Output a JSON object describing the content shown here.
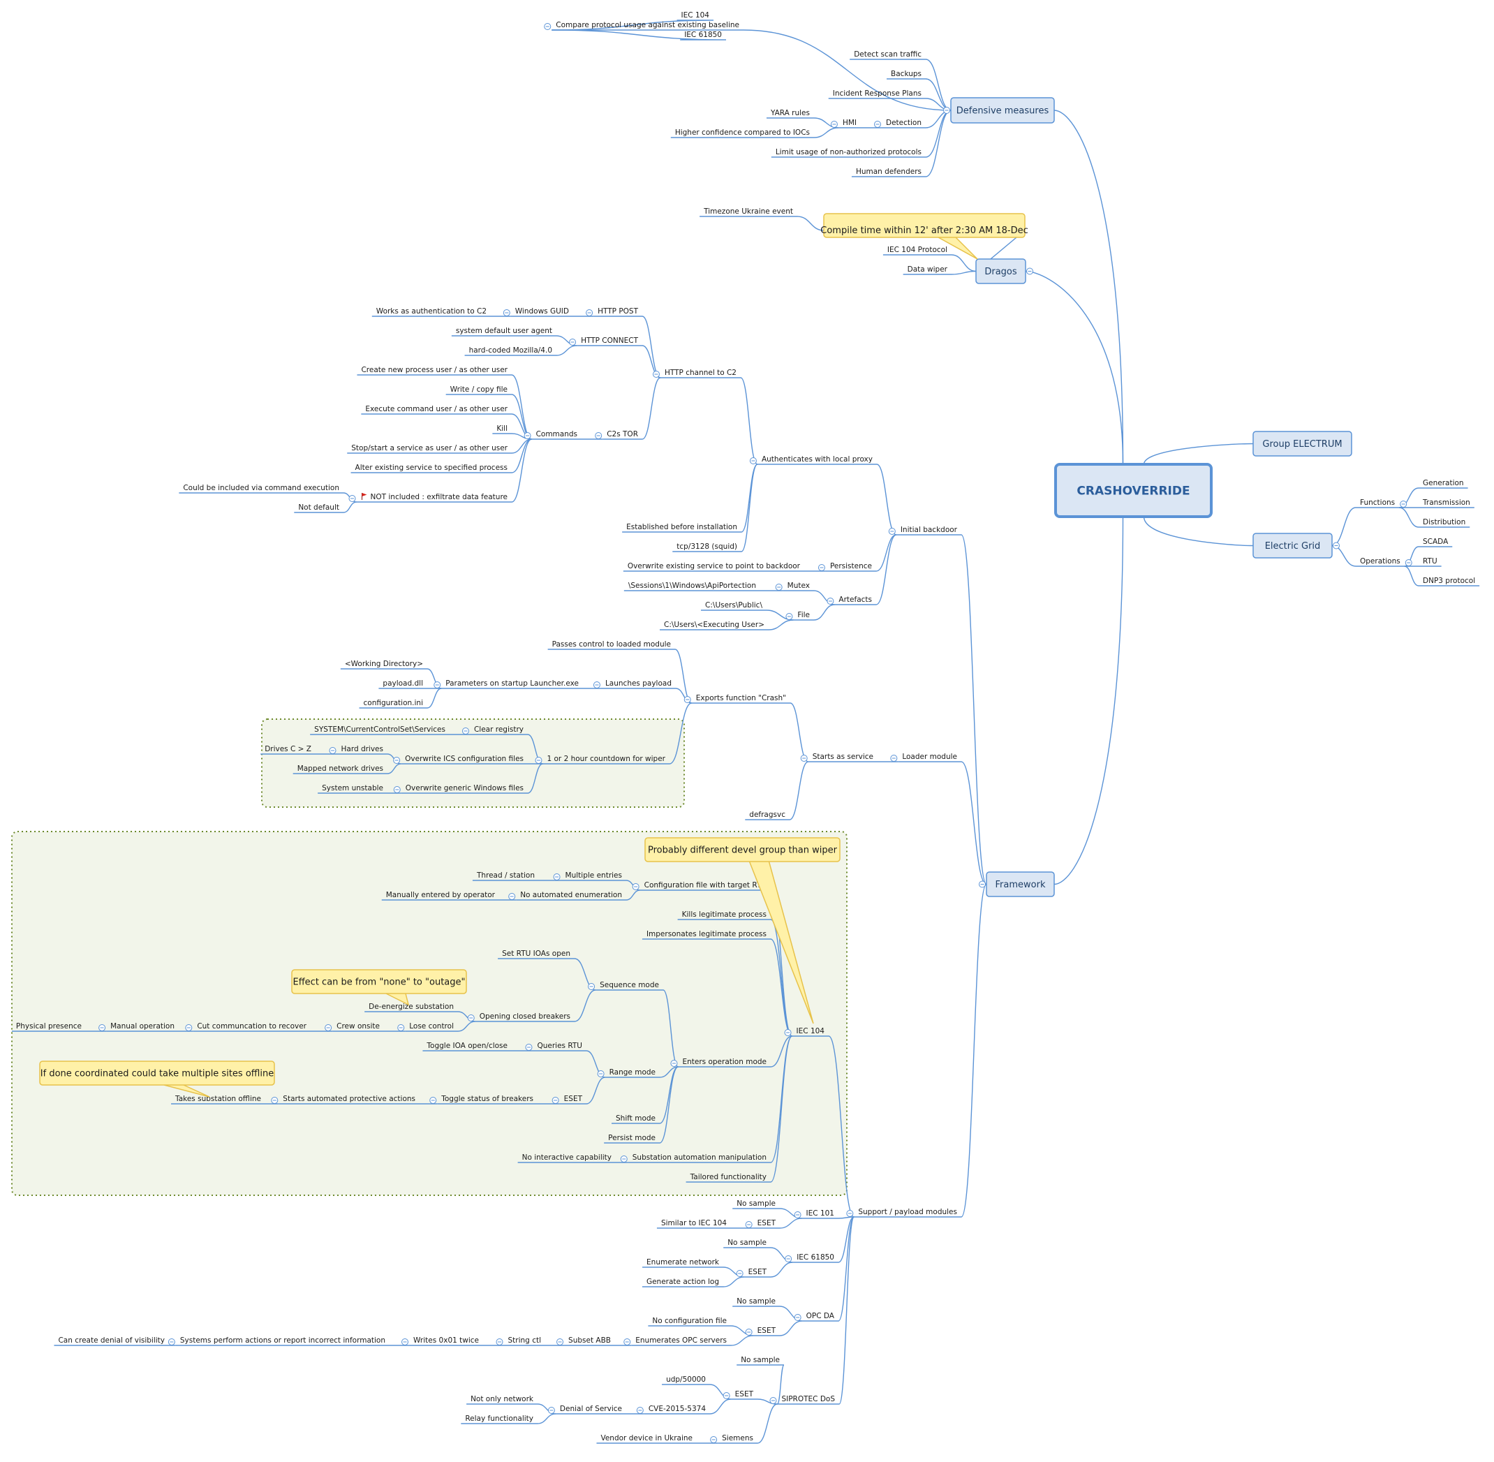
{
  "root": "CRASHOVERRIDE",
  "colors": {
    "line": "#5b93d6",
    "box_fill": "#dbe6f4",
    "box_stroke": "#5b93d6",
    "callout_fill": "#fff1a8",
    "callout_stroke": "#e7c24a",
    "group_fill": "#f2f5ea",
    "group_stroke": "#6d8a2c"
  },
  "callouts": [
    "Compile time within 12' after 2:30 AM 18-Dec",
    "Probably different devel group than wiper",
    "Effect can be from \"none\" to \"outage\"",
    "If done coordinated could take multiple sites offline"
  ],
  "nodes": [
    {
      "id": "root",
      "label": "CRASHOVERRIDE"
    },
    {
      "id": "def",
      "label": "Defensive measures",
      "parent": "root"
    },
    {
      "id": "d1",
      "label": "Compare protocol usage against existing baseline",
      "parent": "def"
    },
    {
      "id": "d1a",
      "label": "IEC 104",
      "parent": "d1"
    },
    {
      "id": "d1b",
      "label": "IEC 61850",
      "parent": "d1"
    },
    {
      "id": "d2",
      "label": "Detect scan traffic",
      "parent": "def"
    },
    {
      "id": "d3",
      "label": "Backups",
      "parent": "def"
    },
    {
      "id": "d4",
      "label": "Incident Response Plans",
      "parent": "def"
    },
    {
      "id": "d5",
      "label": "Detection",
      "parent": "def"
    },
    {
      "id": "d5a",
      "label": "HMI",
      "parent": "d5"
    },
    {
      "id": "d5a1",
      "label": "YARA rules",
      "parent": "d5a"
    },
    {
      "id": "d5a2",
      "label": "Higher confidence compared to IOCs",
      "parent": "d5a"
    },
    {
      "id": "d6",
      "label": "Limit usage of non-authorized protocols",
      "parent": "def"
    },
    {
      "id": "d7",
      "label": "Human defenders",
      "parent": "def"
    },
    {
      "id": "dra",
      "label": "Dragos",
      "parent": "root"
    },
    {
      "id": "dr1",
      "label": "Compile time within 12' after 2:30 AM 18-Dec",
      "parent": "dra"
    },
    {
      "id": "dr1a",
      "label": "Timezone Ukraine event",
      "parent": "dr1"
    },
    {
      "id": "dr2",
      "label": "IEC 104 Protocol",
      "parent": "dra"
    },
    {
      "id": "dr3",
      "label": "Data wiper",
      "parent": "dra"
    },
    {
      "id": "grp",
      "label": "Group ELECTRUM",
      "parent": "root"
    },
    {
      "id": "eg",
      "label": "Electric Grid",
      "parent": "root"
    },
    {
      "id": "fn",
      "label": "Functions",
      "parent": "eg"
    },
    {
      "id": "fn1",
      "label": "Generation",
      "parent": "fn"
    },
    {
      "id": "fn2",
      "label": "Transmission",
      "parent": "fn"
    },
    {
      "id": "fn3",
      "label": "Distribution",
      "parent": "fn"
    },
    {
      "id": "op",
      "label": "Operations",
      "parent": "eg"
    },
    {
      "id": "op1",
      "label": "SCADA",
      "parent": "op"
    },
    {
      "id": "op2",
      "label": "RTU",
      "parent": "op"
    },
    {
      "id": "op3",
      "label": "DNP3 protocol",
      "parent": "op"
    },
    {
      "id": "fw",
      "label": "Framework",
      "parent": "root"
    },
    {
      "id": "ib",
      "label": "Initial backdoor",
      "parent": "fw"
    },
    {
      "id": "alp",
      "label": "Authenticates with local proxy",
      "parent": "ib"
    },
    {
      "id": "http",
      "label": "HTTP channel to C2",
      "parent": "alp"
    },
    {
      "id": "hp",
      "label": "HTTP POST",
      "parent": "http"
    },
    {
      "id": "wg",
      "label": "Windows GUID",
      "parent": "hp"
    },
    {
      "id": "wg1",
      "label": "Works as authentication to C2",
      "parent": "wg"
    },
    {
      "id": "hc",
      "label": "HTTP CONNECT",
      "parent": "http"
    },
    {
      "id": "hc1",
      "label": "system default user agent",
      "parent": "hc"
    },
    {
      "id": "hc2",
      "label": "hard-coded Mozilla/4.0",
      "parent": "hc"
    },
    {
      "id": "tor",
      "label": "C2s TOR",
      "parent": "http"
    },
    {
      "id": "cmd",
      "label": "Commands",
      "parent": "tor"
    },
    {
      "id": "cm1",
      "label": "Create new process user / as other user",
      "parent": "cmd"
    },
    {
      "id": "cm2",
      "label": "Write / copy file",
      "parent": "cmd"
    },
    {
      "id": "cm3",
      "label": "Execute command user / as other user",
      "parent": "cmd"
    },
    {
      "id": "cm4",
      "label": "Kill",
      "parent": "cmd"
    },
    {
      "id": "cm5",
      "label": "Stop/start  a service as user / as other user",
      "parent": "cmd"
    },
    {
      "id": "cm6",
      "label": "Alter existing service to specified process",
      "parent": "cmd"
    },
    {
      "id": "cm7",
      "label": "NOT included : exfiltrate data feature",
      "parent": "cmd"
    },
    {
      "id": "cm7a",
      "label": "Could be included via command execution",
      "parent": "cm7"
    },
    {
      "id": "cm7b",
      "label": "Not default",
      "parent": "cm7"
    },
    {
      "id": "ebi",
      "label": "Established before installation",
      "parent": "alp"
    },
    {
      "id": "tcp",
      "label": "tcp/3128 (squid)",
      "parent": "alp"
    },
    {
      "id": "per",
      "label": "Persistence",
      "parent": "ib"
    },
    {
      "id": "per1",
      "label": "Overwrite existing service to point to backdoor",
      "parent": "per"
    },
    {
      "id": "art",
      "label": "Artefacts",
      "parent": "ib"
    },
    {
      "id": "mx",
      "label": "Mutex",
      "parent": "art"
    },
    {
      "id": "mx1",
      "label": "\\Sessions\\1\\Windows\\ApiPortection",
      "parent": "mx"
    },
    {
      "id": "fl",
      "label": "File",
      "parent": "art"
    },
    {
      "id": "fl1",
      "label": "C:\\Users\\Public\\",
      "parent": "fl"
    },
    {
      "id": "fl2",
      "label": "C:\\Users\\<Executing User>",
      "parent": "fl"
    },
    {
      "id": "lm",
      "label": "Loader module",
      "parent": "fw"
    },
    {
      "id": "sas",
      "label": "Starts as service",
      "parent": "lm"
    },
    {
      "id": "efc",
      "label": "Exports function \"Crash\"",
      "parent": "sas"
    },
    {
      "id": "pc",
      "label": "Passes control to loaded module",
      "parent": "efc"
    },
    {
      "id": "lp",
      "label": "Launches payload",
      "parent": "efc"
    },
    {
      "id": "psl",
      "label": "Parameters on startup Launcher.exe",
      "parent": "lp"
    },
    {
      "id": "psl1",
      "label": "<Working Directory>",
      "parent": "psl"
    },
    {
      "id": "psl2",
      "label": "payload.dll",
      "parent": "psl"
    },
    {
      "id": "psl3",
      "label": "configuration.ini",
      "parent": "psl"
    },
    {
      "id": "cd",
      "label": "1 or 2 hour countdown for wiper",
      "parent": "efc"
    },
    {
      "id": "cr",
      "label": "Clear registry",
      "parent": "cd"
    },
    {
      "id": "cr1",
      "label": "SYSTEM\\CurrentControlSet\\Services",
      "parent": "cr"
    },
    {
      "id": "oics",
      "label": "Overwrite ICS configuration files",
      "parent": "cd"
    },
    {
      "id": "hd",
      "label": "Hard drives",
      "parent": "oics"
    },
    {
      "id": "hd1",
      "label": "Drives C > Z",
      "parent": "hd"
    },
    {
      "id": "mnd",
      "label": "Mapped network drives",
      "parent": "oics"
    },
    {
      "id": "ogw",
      "label": "Overwrite generic Windows files",
      "parent": "cd"
    },
    {
      "id": "ogw1",
      "label": "System unstable",
      "parent": "ogw"
    },
    {
      "id": "dfs",
      "label": "defragsvc",
      "parent": "sas"
    },
    {
      "id": "spm",
      "label": "Support / payload modules",
      "parent": "fw"
    },
    {
      "id": "i104",
      "label": "IEC 104",
      "parent": "spm"
    },
    {
      "id": "cft",
      "label": "Configuration file with target RTU",
      "parent": "i104"
    },
    {
      "id": "me",
      "label": "Multiple entries",
      "parent": "cft"
    },
    {
      "id": "me1",
      "label": "Thread / station",
      "parent": "me"
    },
    {
      "id": "nae",
      "label": "No automated enumeration",
      "parent": "cft"
    },
    {
      "id": "nae1",
      "label": "Manually entered by operator",
      "parent": "nae"
    },
    {
      "id": "klp",
      "label": "Kills legitimate process",
      "parent": "i104"
    },
    {
      "id": "ilp",
      "label": "Impersonates legitimate process",
      "parent": "i104"
    },
    {
      "id": "eom",
      "label": "Enters operation mode",
      "parent": "i104"
    },
    {
      "id": "sqm",
      "label": "Sequence mode",
      "parent": "eom"
    },
    {
      "id": "sqm1",
      "label": "Set RTU IOAs open",
      "parent": "sqm"
    },
    {
      "id": "ocb",
      "label": "Opening closed breakers",
      "parent": "sqm"
    },
    {
      "id": "des",
      "label": "De-energize substation",
      "parent": "ocb"
    },
    {
      "id": "lc",
      "label": "Lose control",
      "parent": "ocb"
    },
    {
      "id": "co",
      "label": "Crew onsite",
      "parent": "lc"
    },
    {
      "id": "ccr",
      "label": "Cut communcation to recover",
      "parent": "co"
    },
    {
      "id": "mo",
      "label": "Manual operation",
      "parent": "ccr"
    },
    {
      "id": "pp",
      "label": "Physical presence",
      "parent": "mo"
    },
    {
      "id": "rm",
      "label": "Range mode",
      "parent": "eom"
    },
    {
      "id": "qr",
      "label": "Queries RTU",
      "parent": "rm"
    },
    {
      "id": "qr1",
      "label": "Toggle IOA open/close",
      "parent": "qr"
    },
    {
      "id": "es1",
      "label": "ESET",
      "parent": "rm"
    },
    {
      "id": "tsb",
      "label": "Toggle status of breakers",
      "parent": "es1"
    },
    {
      "id": "sapa",
      "label": "Starts automated protective actions",
      "parent": "tsb"
    },
    {
      "id": "tso",
      "label": "Takes substation offline",
      "parent": "sapa"
    },
    {
      "id": "shm",
      "label": "Shift mode",
      "parent": "eom"
    },
    {
      "id": "psm",
      "label": "Persist mode",
      "parent": "eom"
    },
    {
      "id": "sam",
      "label": "Substation automation manipulation",
      "parent": "i104"
    },
    {
      "id": "sam1",
      "label": "No interactive capability",
      "parent": "sam"
    },
    {
      "id": "tf",
      "label": "Tailored functionality",
      "parent": "i104"
    },
    {
      "id": "i101",
      "label": "IEC 101",
      "parent": "spm"
    },
    {
      "id": "i101a",
      "label": "No sample",
      "parent": "i101"
    },
    {
      "id": "i101b",
      "label": "ESET",
      "parent": "i101"
    },
    {
      "id": "i101b1",
      "label": "Similar to IEC 104",
      "parent": "i101b"
    },
    {
      "id": "i618",
      "label": "IEC 61850",
      "parent": "spm"
    },
    {
      "id": "i618a",
      "label": "No sample",
      "parent": "i618"
    },
    {
      "id": "i618b",
      "label": "ESET",
      "parent": "i618"
    },
    {
      "id": "i618b1",
      "label": "Enumerate network",
      "parent": "i618b"
    },
    {
      "id": "i618b2",
      "label": "Generate action log",
      "parent": "i618b"
    },
    {
      "id": "opc",
      "label": "OPC DA",
      "parent": "spm"
    },
    {
      "id": "opca",
      "label": "No sample",
      "parent": "opc"
    },
    {
      "id": "opcb",
      "label": "ESET",
      "parent": "opc"
    },
    {
      "id": "opcb1",
      "label": "No configuration file",
      "parent": "opcb"
    },
    {
      "id": "eos",
      "label": "Enumerates OPC servers",
      "parent": "opcb"
    },
    {
      "id": "sabb",
      "label": "Subset ABB",
      "parent": "eos"
    },
    {
      "id": "sctl",
      "label": "String ctl",
      "parent": "sabb"
    },
    {
      "id": "w01",
      "label": "Writes 0x01 twice",
      "parent": "sctl"
    },
    {
      "id": "spa",
      "label": "Systems perform actions or report incorrect information",
      "parent": "w01"
    },
    {
      "id": "cdv",
      "label": "Can create denial of visibility",
      "parent": "spa"
    },
    {
      "id": "sip",
      "label": "SIPROTEC DoS",
      "parent": "spm"
    },
    {
      "id": "sipa",
      "label": "No sample",
      "parent": "sip"
    },
    {
      "id": "sipb",
      "label": "ESET",
      "parent": "sip"
    },
    {
      "id": "sipb1",
      "label": "udp/50000",
      "parent": "sipb"
    },
    {
      "id": "cve",
      "label": "CVE-2015-5374",
      "parent": "sipb"
    },
    {
      "id": "dos",
      "label": "Denial of Service",
      "parent": "cve"
    },
    {
      "id": "dos1",
      "label": "Not only network",
      "parent": "dos"
    },
    {
      "id": "dos2",
      "label": "Relay functionality",
      "parent": "dos"
    },
    {
      "id": "sie",
      "label": "Siemens",
      "parent": "sip"
    },
    {
      "id": "sie1",
      "label": "Vendor device in Ukraine",
      "parent": "sie"
    }
  ]
}
